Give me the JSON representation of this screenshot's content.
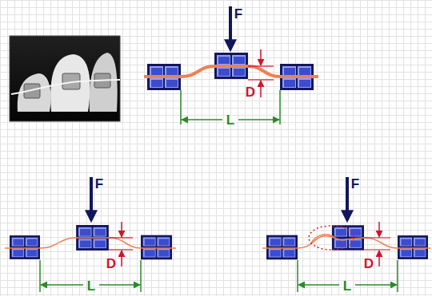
{
  "diagram": {
    "labels": [
      "F",
      "D",
      "L",
      "F",
      "D",
      "L",
      "F",
      "D",
      "L"
    ]
  }
}
